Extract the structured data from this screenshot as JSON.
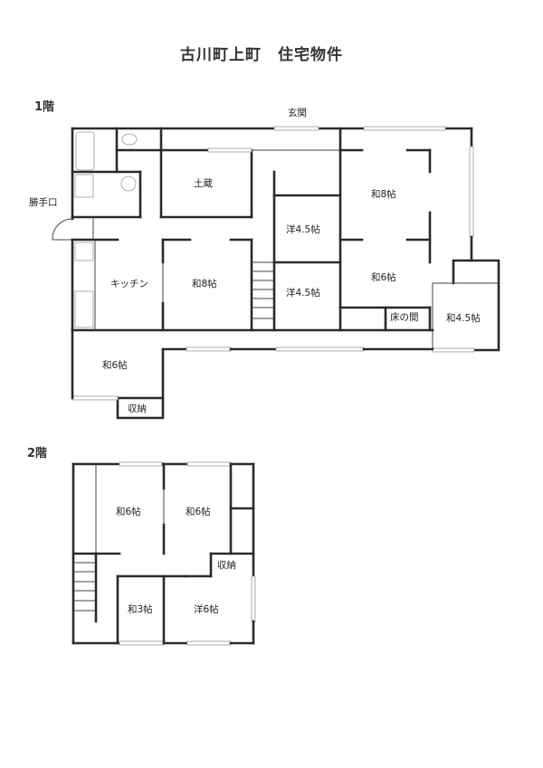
{
  "title": "古川町上町　住宅物件",
  "floors": [
    {
      "label": "1階",
      "rooms": [
        {
          "id": "dozo",
          "label": "土蔵"
        },
        {
          "id": "genkan",
          "label": "玄関"
        },
        {
          "id": "katteguchi",
          "label": "勝手口"
        },
        {
          "id": "kitchen",
          "label": "キッチン"
        },
        {
          "id": "wa8-center",
          "label": "和8帖"
        },
        {
          "id": "yo45-upper",
          "label": "洋4.5帖"
        },
        {
          "id": "yo45-lower",
          "label": "洋4.5帖"
        },
        {
          "id": "wa8-right",
          "label": "和8帖"
        },
        {
          "id": "wa6-right",
          "label": "和6帖"
        },
        {
          "id": "tokonoma",
          "label": "床の間"
        },
        {
          "id": "wa45",
          "label": "和4.5帖"
        },
        {
          "id": "wa6-left",
          "label": "和6帖"
        },
        {
          "id": "shuno",
          "label": "収納"
        }
      ]
    },
    {
      "label": "2階",
      "rooms": [
        {
          "id": "wa6-a",
          "label": "和6帖"
        },
        {
          "id": "wa6-b",
          "label": "和6帖"
        },
        {
          "id": "shuno2",
          "label": "収納"
        },
        {
          "id": "wa3",
          "label": "和3帖"
        },
        {
          "id": "yo6",
          "label": "洋6帖"
        }
      ]
    }
  ]
}
